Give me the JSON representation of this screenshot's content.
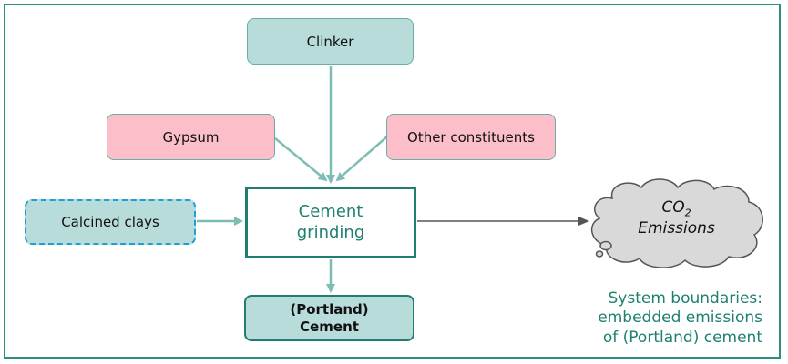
{
  "inputs": {
    "clinker": "Clinker",
    "gypsum": "Gypsum",
    "other": "Other constituents",
    "calcined": "Calcined clays"
  },
  "process": {
    "line1": "Cement",
    "line2": "grinding"
  },
  "output": {
    "line1": "(Portland)",
    "line2": "Cement"
  },
  "emissions": {
    "co2_prefix": "CO",
    "co2_sub": "2",
    "label": "Emissions"
  },
  "boundary_note": {
    "line1": "System boundaries:",
    "line2": "embedded emissions",
    "line3": "of (Portland) cement"
  },
  "colors": {
    "teal_fill": "#b7dcda",
    "pink_fill": "#fcbfc9",
    "dark_teal": "#1f7e6f",
    "arrow": "#7dbdb6",
    "dashed_blue": "#1c9fd6",
    "cloud_fill": "#d9d9d9"
  }
}
